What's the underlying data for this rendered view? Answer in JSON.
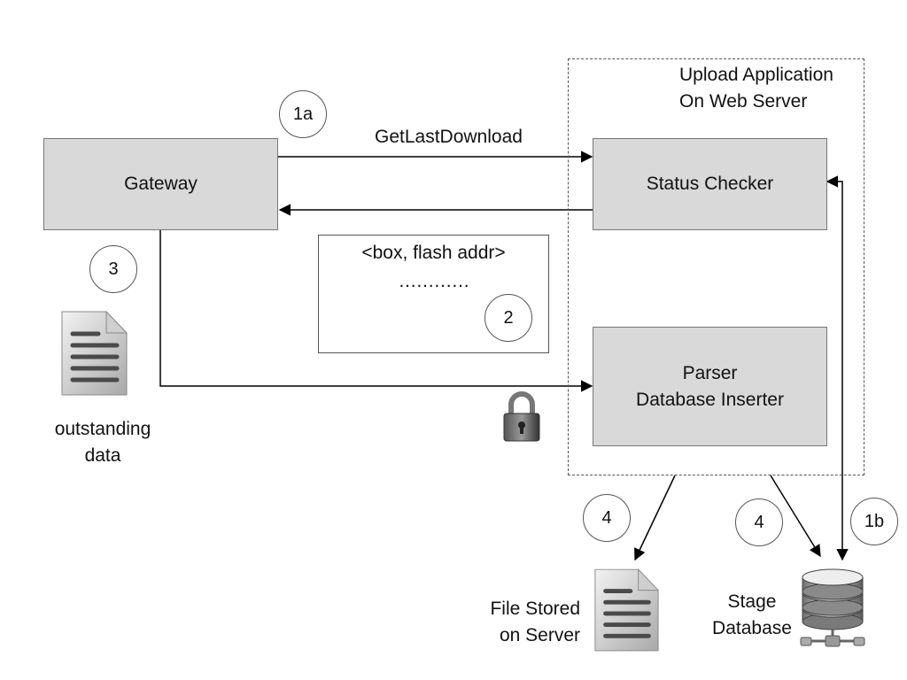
{
  "nodes": {
    "gateway": "Gateway",
    "status_checker": "Status Checker",
    "parser_line1": "Parser",
    "parser_line2": "Database Inserter"
  },
  "container": {
    "title_line1": "Upload Application",
    "title_line2": "On Web Server"
  },
  "edges": {
    "get_last_download": "GetLastDownload"
  },
  "note_box": {
    "line1": "<box, flash addr>",
    "line2": "…………"
  },
  "steps": {
    "s1a": "1a",
    "s1b": "1b",
    "s2": "2",
    "s3": "3",
    "s4_file": "4",
    "s4_db": "4"
  },
  "labels": {
    "outstanding_line1": "outstanding",
    "outstanding_line2": "data",
    "file_line1": "File Stored",
    "file_line2": "on Server",
    "stage_line1": "Stage",
    "stage_line2": "Database"
  },
  "icons": {
    "document": "document-icon",
    "lock": "lock-icon",
    "database": "database-server-icon"
  }
}
